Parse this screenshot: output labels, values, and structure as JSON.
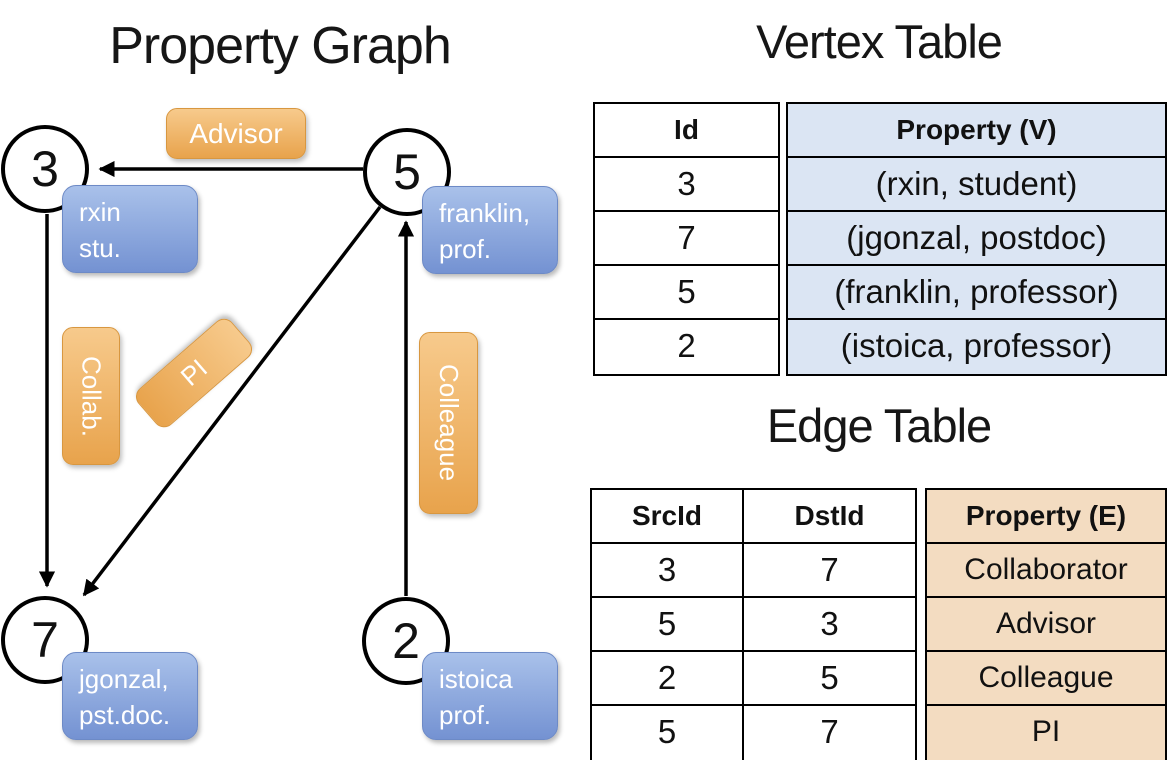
{
  "graph": {
    "title": "Property Graph",
    "vertices": [
      {
        "id": "3",
        "label_lines": [
          "rxin",
          "stu."
        ]
      },
      {
        "id": "5",
        "label_lines": [
          "franklin,",
          "prof."
        ]
      },
      {
        "id": "7",
        "label_lines": [
          "jgonzal,",
          "pst.doc."
        ]
      },
      {
        "id": "2",
        "label_lines": [
          "istoica",
          "prof."
        ]
      }
    ],
    "edges": [
      {
        "label": "Advisor",
        "src": "5",
        "dst": "3"
      },
      {
        "label": "Collab.",
        "src": "3",
        "dst": "7"
      },
      {
        "label": "PI",
        "src": "5",
        "dst": "7"
      },
      {
        "label": "Colleague",
        "src": "2",
        "dst": "5"
      }
    ]
  },
  "vertex_table": {
    "title": "Vertex Table",
    "columns": [
      "Id",
      "Property (V)"
    ],
    "rows": [
      [
        "3",
        "(rxin, student)"
      ],
      [
        "7",
        "(jgonzal, postdoc)"
      ],
      [
        "5",
        "(franklin, professor)"
      ],
      [
        "2",
        "(istoica, professor)"
      ]
    ]
  },
  "edge_table": {
    "title": "Edge Table",
    "columns": [
      "SrcId",
      "DstId",
      "Property (E)"
    ],
    "rows": [
      [
        "3",
        "7",
        "Collaborator"
      ],
      [
        "5",
        "3",
        "Advisor"
      ],
      [
        "2",
        "5",
        "Colleague"
      ],
      [
        "5",
        "7",
        "PI"
      ]
    ]
  },
  "colors": {
    "edge_label_top": "#f7ca8c",
    "edge_label_bottom": "#e8a34c",
    "vertex_label_top": "#a9c1ea",
    "vertex_label_bottom": "#7492d2",
    "vertex_table_property_bg": "#dbe5f3",
    "edge_table_property_bg": "#f3dcc1",
    "line_color": "#000000"
  }
}
